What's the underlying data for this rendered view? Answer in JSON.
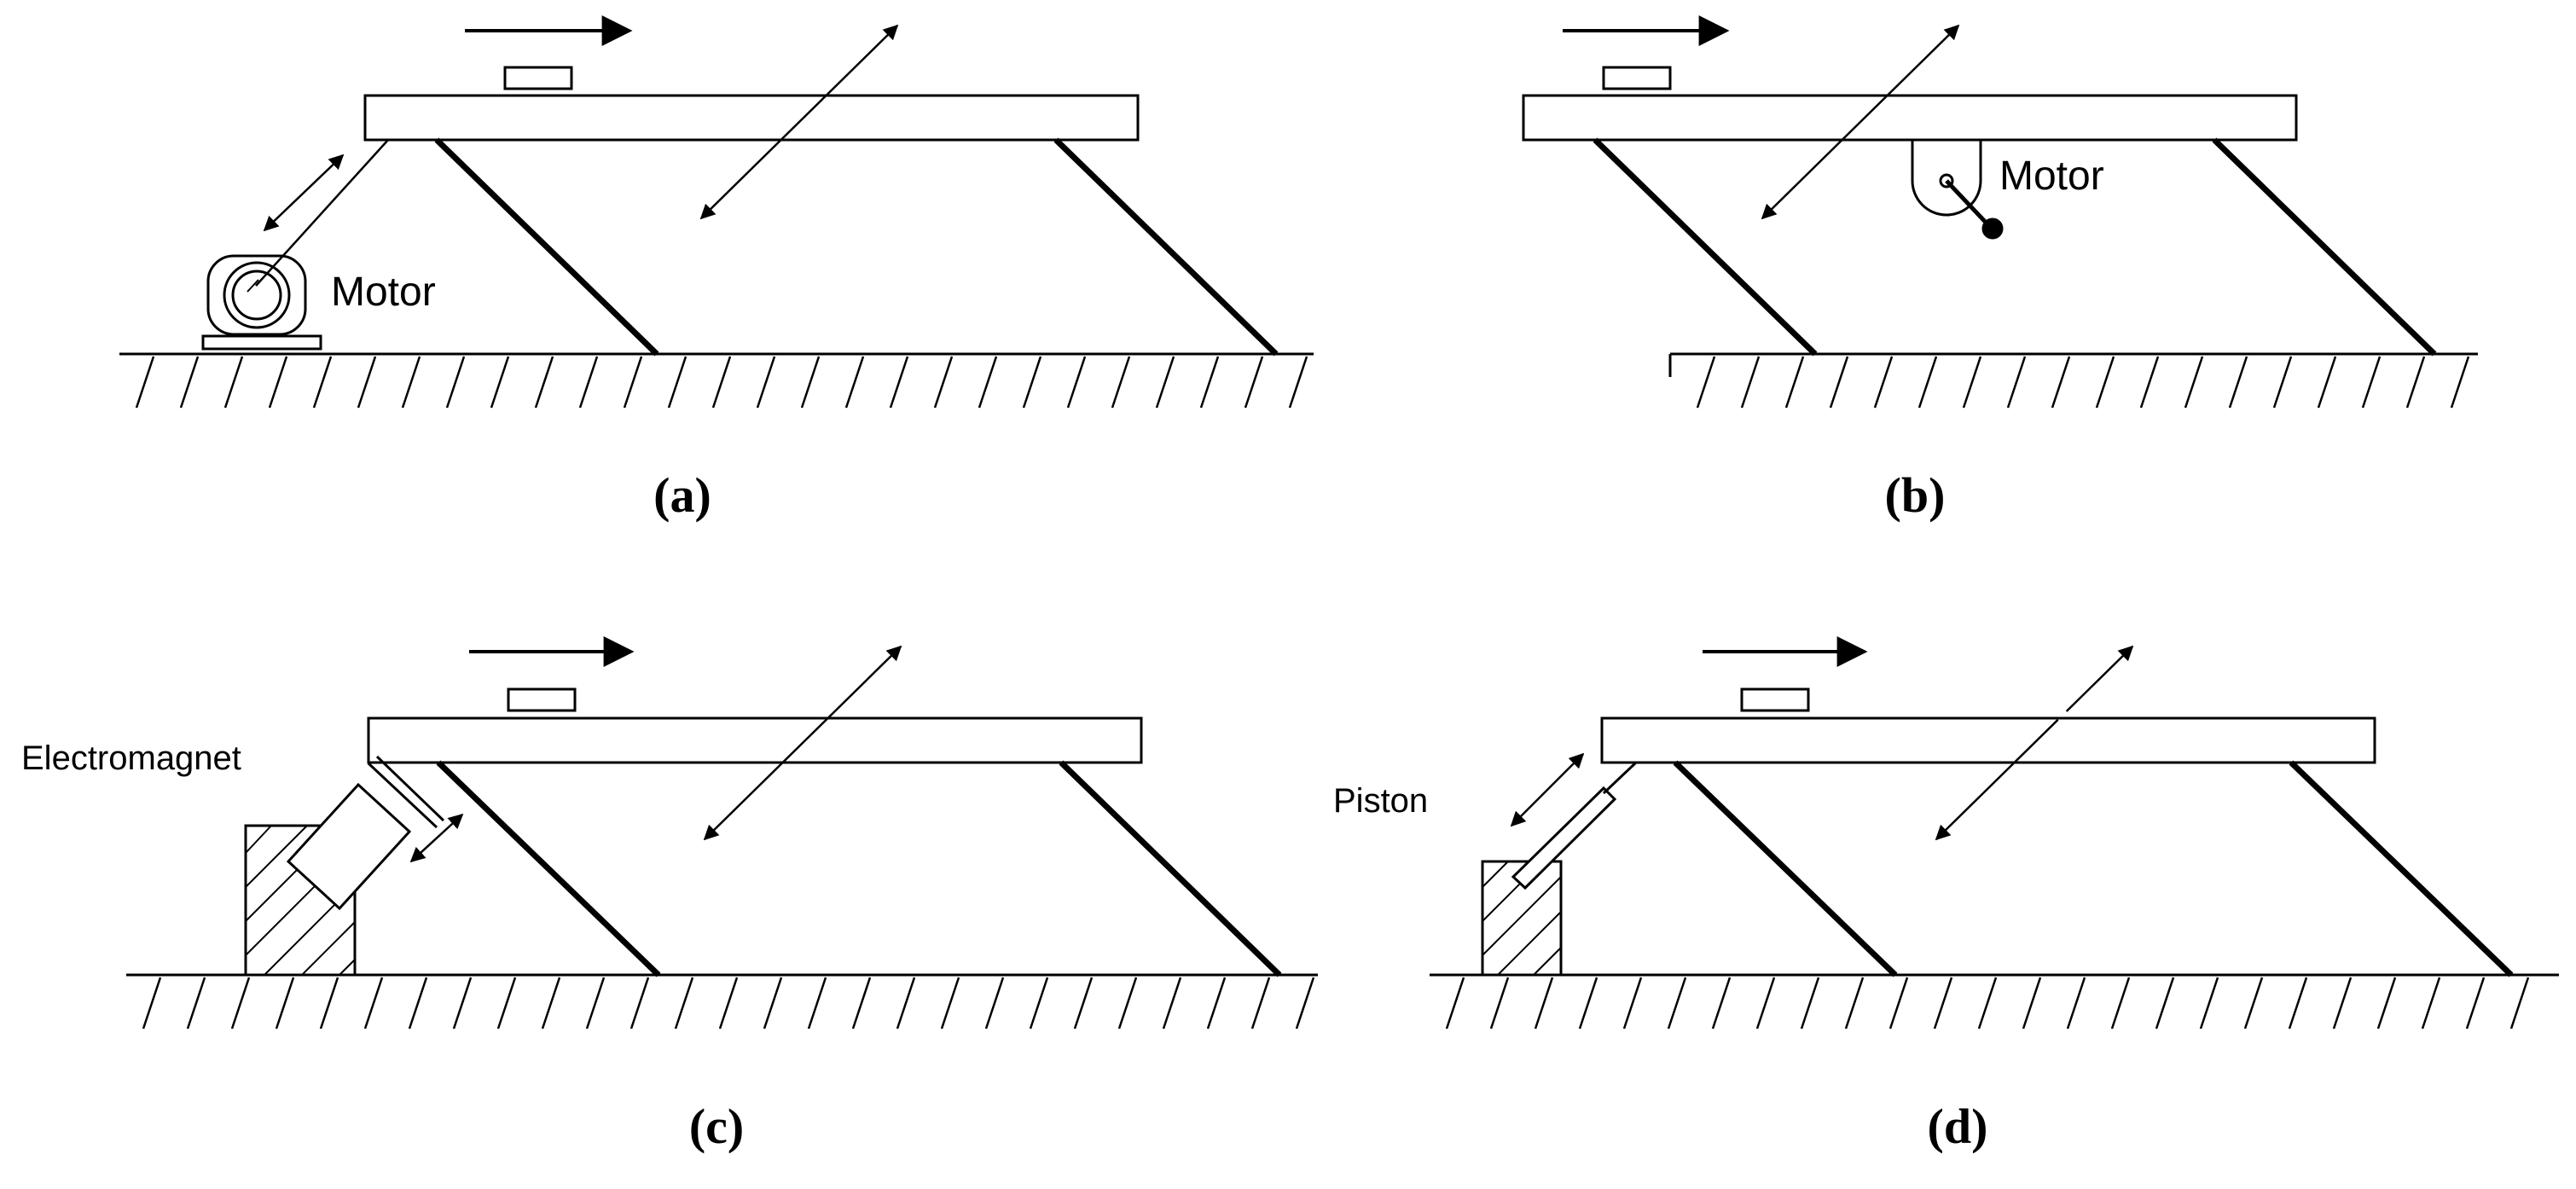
{
  "panels": {
    "a": {
      "caption": "(a)",
      "device_label": "Motor"
    },
    "b": {
      "caption": "(b)",
      "device_label": "Motor"
    },
    "c": {
      "caption": "(c)",
      "device_label": "Electromagnet"
    },
    "d": {
      "caption": "(d)",
      "device_label": "Piston"
    }
  },
  "colors": {
    "ink": "#000000",
    "background": "#ffffff"
  },
  "icons": {
    "motion_arrow": "arrow-right-icon",
    "vibration_arrow": "double-headed-arrow-icon",
    "motor": "motor-icon",
    "electromagnet": "electromagnet-icon",
    "piston": "piston-icon"
  }
}
